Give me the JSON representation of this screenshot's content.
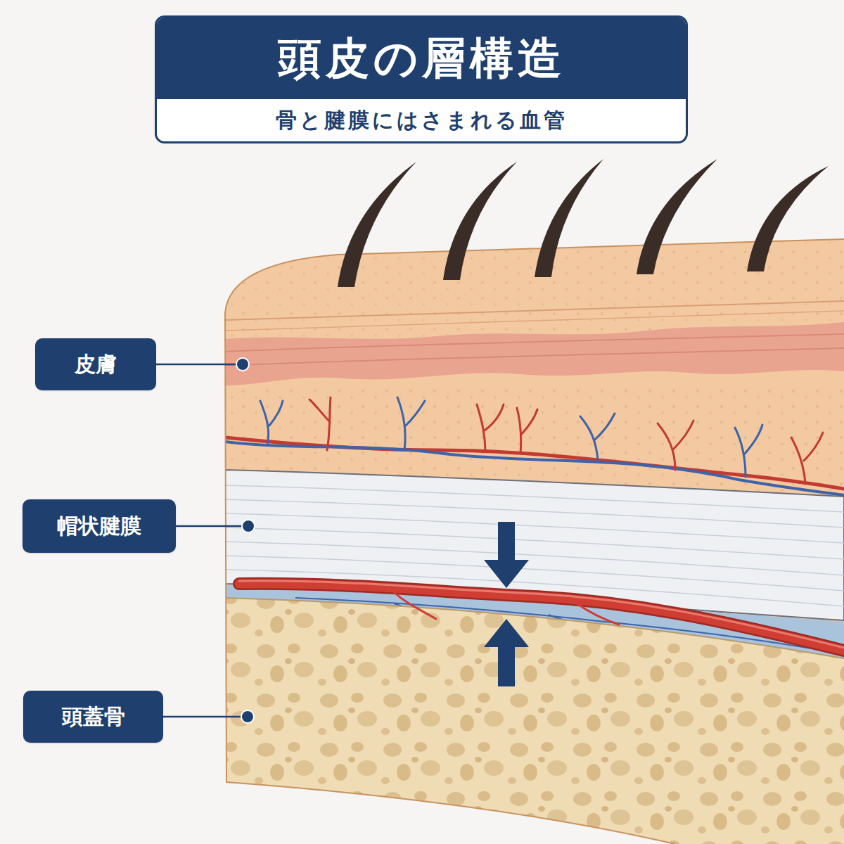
{
  "diagram": {
    "title": "頭皮の層構造",
    "caption": "骨と腱膜にはさまれる血管",
    "nodes": [
      {
        "text": [
          "皮膚"
        ]
      },
      {
        "text": [
          "帽状腱膜"
        ]
      },
      {
        "text": [
          "頭蓋骨"
        ]
      }
    ]
  }
}
